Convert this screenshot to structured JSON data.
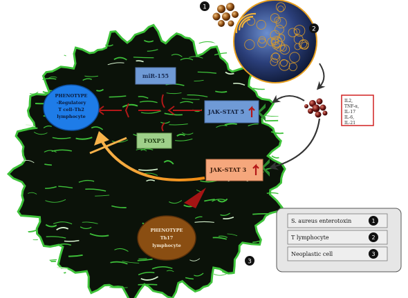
{
  "diagram": {
    "mir155": "miR-155",
    "foxp3": "FOXP3",
    "jak_stat5": "JAK–STAT 5",
    "jak_stat3": "JAK–STAT 3",
    "phenotype_treg": [
      "PHENOTYPE",
      "-Regulatory",
      "T cell–Th2",
      "lymphocyte"
    ],
    "phenotype_th17": [
      "PHENOTYPE",
      "Th17",
      "lymphocyte"
    ],
    "cytokines": [
      "IL2,",
      "TNF-α,",
      "IL-17",
      "IL-6,",
      "IL-21"
    ],
    "markers": {
      "enterotoxin": "1",
      "t_lymphocyte": "2",
      "neoplastic": "3"
    }
  },
  "legend": {
    "items": [
      {
        "label": "S. aureus enterotoxin",
        "num": "1"
      },
      {
        "label": "T lymphocyte",
        "num": "2"
      },
      {
        "label": "Neoplastic cell",
        "num": "3"
      }
    ]
  },
  "colors": {
    "cell_green": "#3ec23a",
    "box_blue": "#6f9ad6",
    "box_green": "#9fd08a",
    "box_orange": "#f5a77c",
    "treg_blue": "#1e7ce8",
    "th17_brown": "#8a4e12",
    "arrow_orange": "#f59a1e",
    "arrow_red": "#b31818",
    "cytokine_border": "#d12020"
  }
}
